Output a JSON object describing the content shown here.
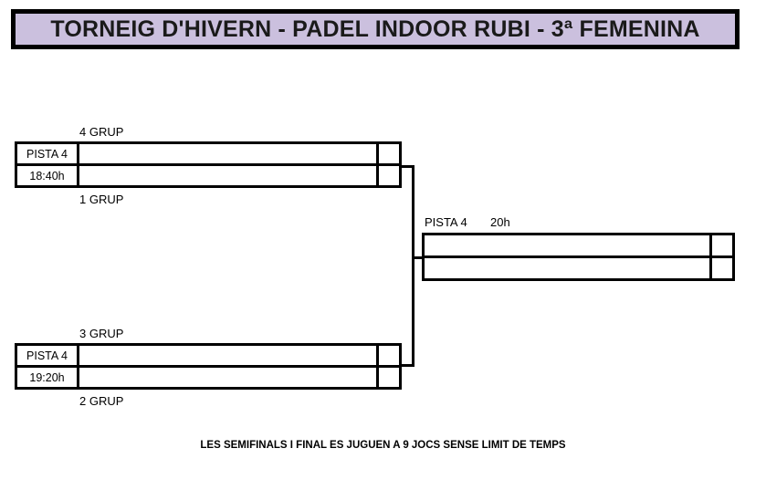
{
  "title": {
    "text": "TORNEIG D'HIVERN - PADEL INDOOR RUBI - 3ª FEMENINA",
    "background_color": "#CBC0DE",
    "border_color": "#000000"
  },
  "bracket": {
    "semifinal_top": {
      "label_above": "4 GRUP",
      "label_below": "1 GRUP",
      "court": "PISTA 4",
      "time": "18:40h",
      "rows": [
        {
          "info": "PISTA 4",
          "team": "",
          "score": ""
        },
        {
          "info": "18:40h",
          "team": "",
          "score": ""
        }
      ]
    },
    "semifinal_bottom": {
      "label_above": "3 GRUP",
      "label_below": "2 GRUP",
      "court": "PISTA 4",
      "time": "19:20h",
      "rows": [
        {
          "info": "PISTA 4",
          "team": "",
          "score": ""
        },
        {
          "info": "19:20h",
          "team": "",
          "score": ""
        }
      ]
    },
    "final": {
      "court": "PISTA 4",
      "time": "20h",
      "rows": [
        {
          "team": "",
          "score": ""
        },
        {
          "team": "",
          "score": ""
        }
      ]
    }
  },
  "footer": {
    "note": "LES SEMIFINALS I FINAL ES JUGUEN A 9 JOCS SENSE LIMIT DE TEMPS"
  }
}
